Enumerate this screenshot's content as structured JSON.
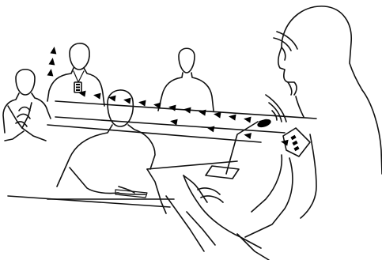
{
  "colors": {
    "background": "#ffffff",
    "line": "#111111",
    "solid": "#000000"
  },
  "scene": {
    "people": [
      "person-left-clapping",
      "person-lanyard-receiver",
      "person-back-right",
      "person-front-center",
      "speaker-with-transmitter"
    ],
    "devices": [
      "lapel-microphone",
      "body-pack-transmitter",
      "receiver-pendant",
      "sound-waves"
    ],
    "signal_paths": [
      {
        "name": "signal-path-upper",
        "from": "lapel-microphone",
        "to": "person-lanyard-receiver",
        "arrow_count": 13
      },
      {
        "name": "signal-path-middle",
        "from": "body-pack-transmitter",
        "to": "person-left-clapping",
        "arrow_count": 4
      },
      {
        "name": "signal-path-upper-left",
        "from": "person-lanyard-receiver",
        "to": "person-left-clapping",
        "arrow_count": 3
      }
    ]
  }
}
